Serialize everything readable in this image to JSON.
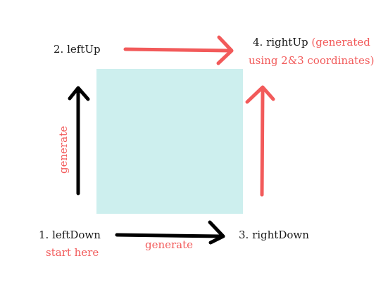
{
  "labels": {
    "left_down": "1. leftDown",
    "start_here": "start here",
    "left_up": "2. leftUp",
    "right_down": "3. rightDown",
    "right_up": "4. rightUp",
    "right_up_note_1": "(generated",
    "right_up_note_2": "using 2&3 coordinates)",
    "generate_left": "generate",
    "generate_bottom": "generate"
  },
  "colors": {
    "square_fill": "#cdefee",
    "black_arrow": "#000000",
    "red_arrow": "#f25a5a",
    "text": "#1a1a1a",
    "accent_text": "#f25a5a"
  }
}
